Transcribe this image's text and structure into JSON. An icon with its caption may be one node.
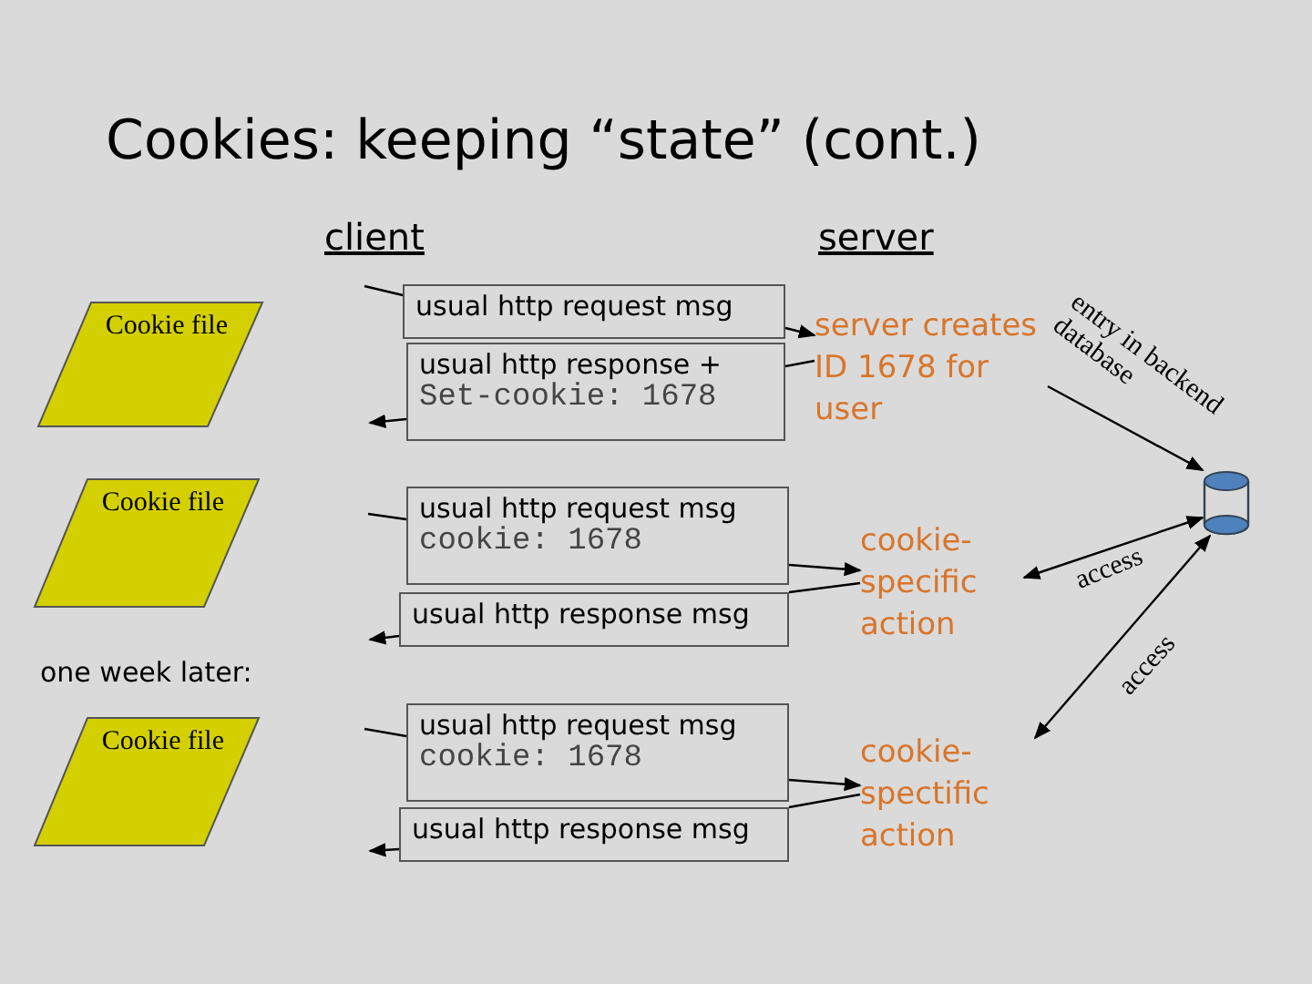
{
  "diagram": {
    "title": "Cookies: keeping “state” (cont.)",
    "nodes": [
      {
        "text": [
          "Cookie file"
        ]
      },
      {
        "text": [
          "Cookie file"
        ]
      },
      {
        "text": [
          "Cookie file"
        ]
      },
      {
        "text": [
          "usual http request msg"
        ]
      },
      {
        "text": [
          "usual http response +",
          "Set-cookie: 1678"
        ]
      },
      {
        "text": [
          "usual http request msg",
          "cookie: 1678"
        ]
      },
      {
        "text": [
          "usual http response msg"
        ]
      },
      {
        "text": [
          "usual http request msg",
          "cookie: 1678"
        ]
      },
      {
        "text": [
          "usual http response msg"
        ]
      },
      {
        "text": [
          "server creates ID 1678 for user"
        ]
      },
      {
        "text": [
          "cookie- specific action"
        ]
      },
      {
        "text": [
          "cookie- spectific action"
        ]
      },
      {
        "text": [],
        "shape": "cylinder"
      }
    ],
    "edges": [
      {
        "from": null,
        "to": 3,
        "arrow": "none"
      },
      {
        "from": 3,
        "to": 9,
        "arrow": "to"
      },
      {
        "from": 9,
        "to": 4,
        "arrow": "none"
      },
      {
        "from": 4,
        "to": null,
        "arrow": "to"
      },
      {
        "from": null,
        "to": 5,
        "arrow": "none"
      },
      {
        "from": 5,
        "to": 10,
        "arrow": "to"
      },
      {
        "from": 10,
        "to": 6,
        "arrow": "none"
      },
      {
        "from": 6,
        "to": null,
        "arrow": "to"
      },
      {
        "from": null,
        "to": 7,
        "arrow": "none"
      },
      {
        "from": 7,
        "to": 11,
        "arrow": "to"
      },
      {
        "from": 11,
        "to": 8,
        "arrow": "none"
      },
      {
        "from": 8,
        "to": null,
        "arrow": "to"
      },
      {
        "from": 10,
        "to": 12,
        "arrow": "both",
        "label": "access"
      },
      {
        "from": 11,
        "to": 12,
        "arrow": "both",
        "label": "access"
      },
      {
        "from": 9,
        "to": 12,
        "arrow": "to",
        "label": "entry in backend database"
      }
    ],
    "labels": [
      "client",
      "server",
      "one week later:"
    ]
  }
}
